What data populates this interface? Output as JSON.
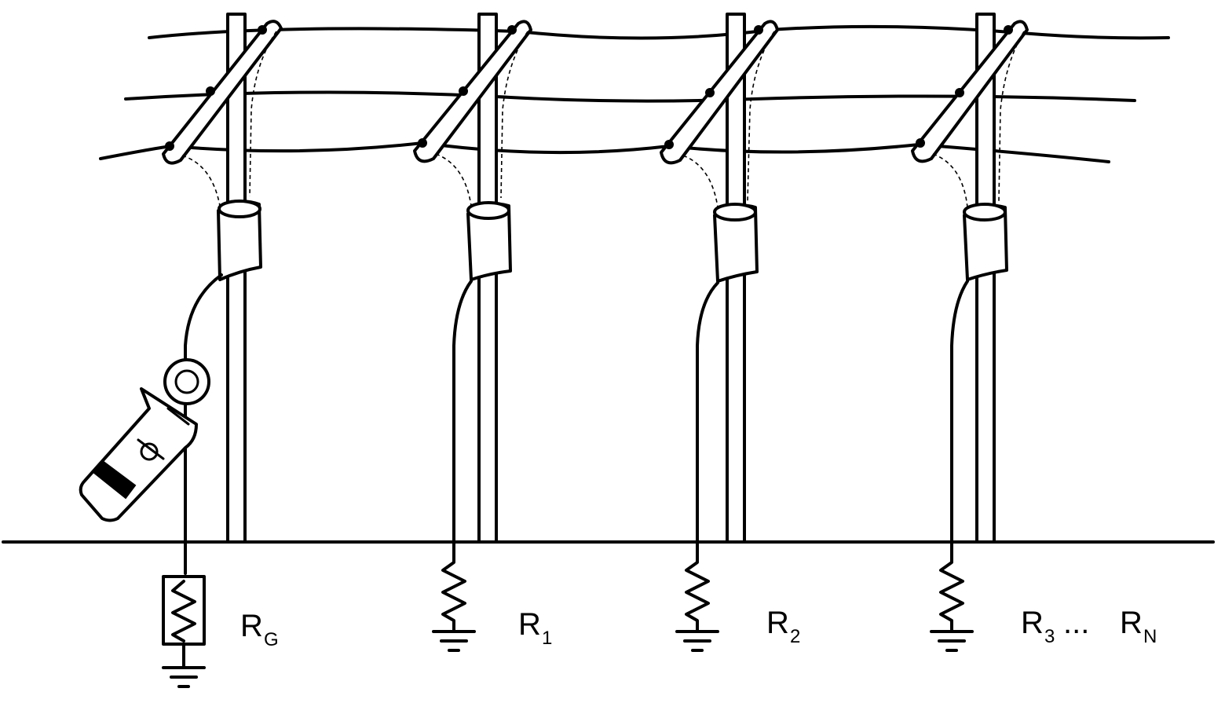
{
  "labels": {
    "rg": {
      "main": "R",
      "sub": "G"
    },
    "r1": {
      "main": "R",
      "sub": "1"
    },
    "r2": {
      "main": "R",
      "sub": "2"
    },
    "r3": {
      "main": "R",
      "sub": "3"
    },
    "ellipsis": "...",
    "rn": {
      "main": "R",
      "sub": "N"
    }
  }
}
